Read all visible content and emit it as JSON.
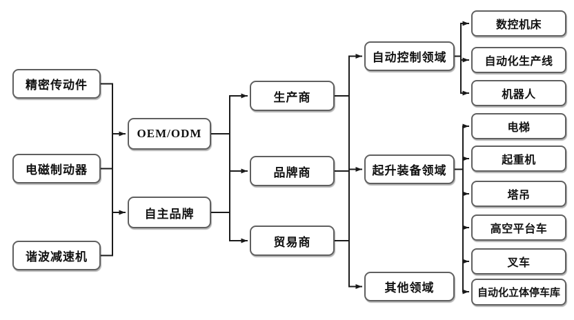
{
  "diagram": {
    "type": "flowchart",
    "direction": "left-to-right",
    "columns": [
      {
        "name": "products",
        "nodes": [
          {
            "id": "precision_transmission_parts",
            "label": "精密传动件"
          },
          {
            "id": "electromagnetic_brake",
            "label": "电磁制动器"
          },
          {
            "id": "harmonic_reducer",
            "label": "谐波减速机"
          }
        ]
      },
      {
        "name": "business_models",
        "nodes": [
          {
            "id": "oem_odm",
            "label": "OEM/ODM"
          },
          {
            "id": "own_brand",
            "label": "自主品牌"
          }
        ]
      },
      {
        "name": "customer_types",
        "nodes": [
          {
            "id": "manufacturer",
            "label": "生产商"
          },
          {
            "id": "brand_owner",
            "label": "品牌商"
          },
          {
            "id": "trader",
            "label": "贸易商"
          }
        ]
      },
      {
        "name": "application_fields",
        "nodes": [
          {
            "id": "automatic_control_field",
            "label": "自动控制领域"
          },
          {
            "id": "lifting_equipment_field",
            "label": "起升装备领域"
          },
          {
            "id": "other_fields",
            "label": "其他领域"
          }
        ]
      },
      {
        "name": "end_applications",
        "nodes": [
          {
            "id": "cnc_machine_tool",
            "label": "数控机床"
          },
          {
            "id": "automated_production_line",
            "label": "自动化生产线"
          },
          {
            "id": "robot",
            "label": "机器人"
          },
          {
            "id": "elevator",
            "label": "电梯"
          },
          {
            "id": "crane",
            "label": "起重机"
          },
          {
            "id": "tower_crane",
            "label": "塔吊"
          },
          {
            "id": "aerial_work_platform_truck",
            "label": "高空平台车"
          },
          {
            "id": "forklift",
            "label": "叉车"
          },
          {
            "id": "automated_multilevel_parking_garage",
            "label": "自动化立体停车库"
          }
        ]
      }
    ],
    "edges": [
      {
        "from": [
          "precision_transmission_parts",
          "electromagnetic_brake",
          "harmonic_reducer"
        ],
        "to": [
          "oem_odm",
          "own_brand"
        ]
      },
      {
        "from": [
          "oem_odm",
          "own_brand"
        ],
        "to": [
          "manufacturer",
          "brand_owner",
          "trader"
        ]
      },
      {
        "from": [
          "manufacturer",
          "brand_owner",
          "trader"
        ],
        "to": [
          "automatic_control_field",
          "lifting_equipment_field",
          "other_fields"
        ]
      },
      {
        "from": [
          "automatic_control_field"
        ],
        "to": [
          "cnc_machine_tool",
          "automated_production_line",
          "robot"
        ]
      },
      {
        "from": [
          "lifting_equipment_field"
        ],
        "to": [
          "elevator",
          "crane",
          "tower_crane",
          "aerial_work_platform_truck",
          "forklift",
          "automated_multilevel_parking_garage"
        ]
      }
    ]
  },
  "colors": {
    "background": "#ffffff",
    "box_border": "#5f5f5f",
    "connector": "#1a1a1a",
    "text": "#111111"
  }
}
